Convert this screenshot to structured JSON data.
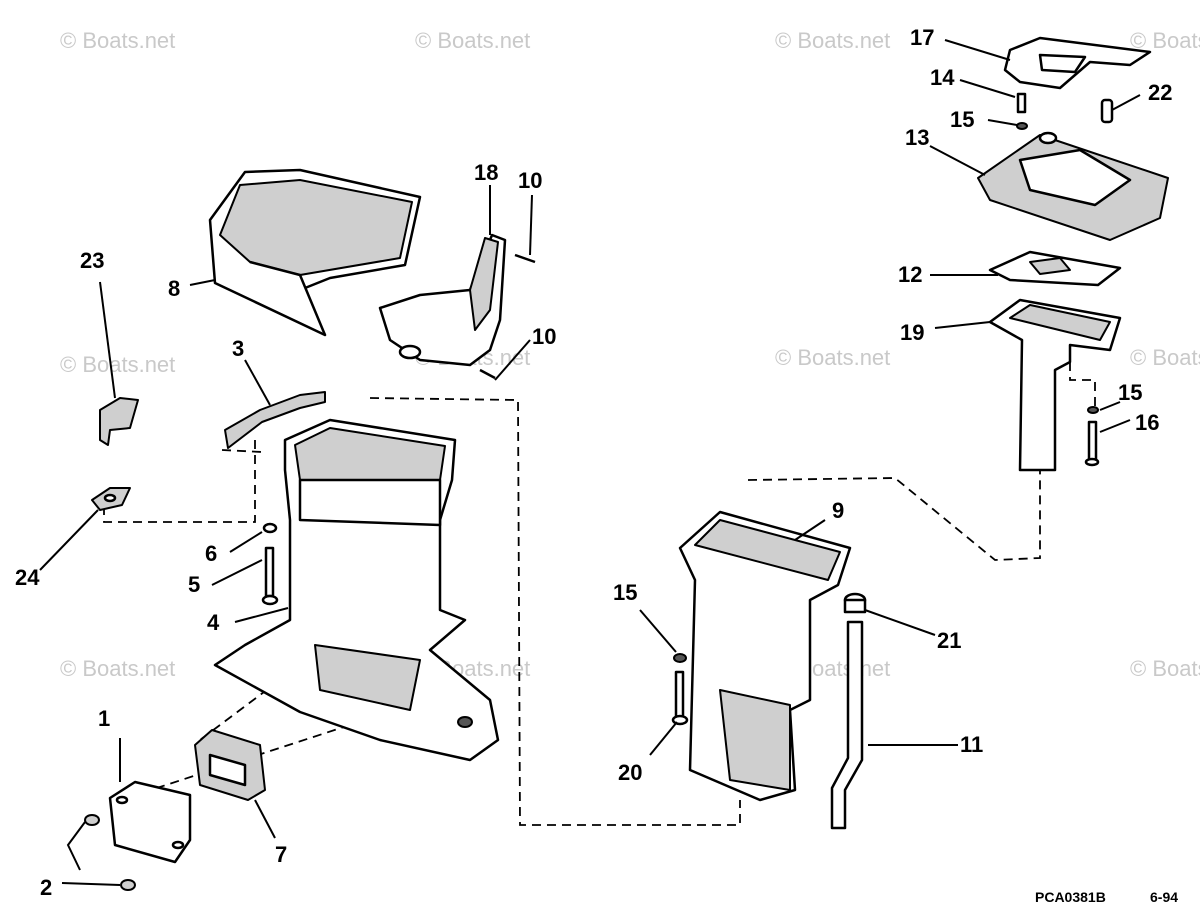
{
  "watermark": "© Boats.net",
  "drawing_code": "PCA0381B",
  "drawing_date": "6-94",
  "callouts": [
    "1",
    "2",
    "3",
    "4",
    "5",
    "6",
    "7",
    "8",
    "9",
    "10",
    "10",
    "11",
    "12",
    "13",
    "14",
    "15",
    "15",
    "15",
    "16",
    "17",
    "18",
    "19",
    "20",
    "21",
    "22",
    "23",
    "24"
  ]
}
